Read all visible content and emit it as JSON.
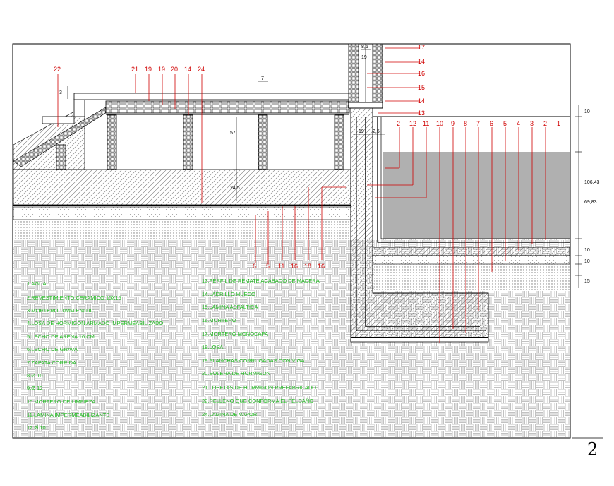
{
  "sheet": {
    "page_number": "2"
  },
  "callouts_top": [
    "22",
    "21",
    "19",
    "19",
    "20",
    "14",
    "24"
  ],
  "callouts_right_column": [
    "17",
    "14",
    "16",
    "15",
    "14",
    "13"
  ],
  "callouts_right_row": [
    "2",
    "12",
    "11",
    "10",
    "9",
    "8",
    "7",
    "6",
    "5",
    "4",
    "3",
    "2",
    "1"
  ],
  "callouts_bottom": [
    "6",
    "5",
    "11",
    "16",
    "18",
    "16"
  ],
  "dimensions": {
    "top_step": "3",
    "post_width": "7",
    "wall_height": "57",
    "slab": "24,5",
    "wall_width": "19",
    "right_top_a": "8,5",
    "right_top_b": "19",
    "right_col_gap": "2,5",
    "edge_top": "10",
    "tank_total": "106,43",
    "tank_inner": "69,83",
    "base_a": "10",
    "base_b": "10",
    "base_c": "15"
  },
  "legend_left": [
    "1.AGUA",
    "2.REVESTIMIENTO CERAMICO 15X15",
    "3.MORTERO 10MM ENLUC.",
    "4.LOSA DE HORMIGON ARMADO IMPERMEABILIZADO",
    "5.LECHO DE ARENA 10 CM.",
    "6.LECHO DE GRAVA",
    "7.ZAPATA CORRIDA",
    "8.Ø 10",
    "9.Ø 12",
    "10.MORTERO DE LIMPIEZA",
    "11.LAMINA IMPERMEABILIZANTE",
    "12.Ø 10"
  ],
  "legend_right": [
    "13.PERFIL DE REMATE ACABADO DE MADERA",
    "14.LADRILLO HUECO",
    "15.LAMINA ASFALTICA",
    "16.MORTERO",
    "17.MORTERO MONOCAPA",
    "18.LOSA",
    "19.PLANCHAS CORRUGADAS CON VIGA",
    "20.SOLERA DE HORMIGON",
    "21.LOSETAS DE HORMIGON PREFABRICADO",
    "22.RELLENO QUE CONFORMA EL PELDAÑO",
    "24.LAMINA DE VAPOR"
  ],
  "colors": {
    "callout": "#d00000",
    "legend": "#22bb22",
    "water": "#b0b0b0",
    "line": "#000000"
  }
}
